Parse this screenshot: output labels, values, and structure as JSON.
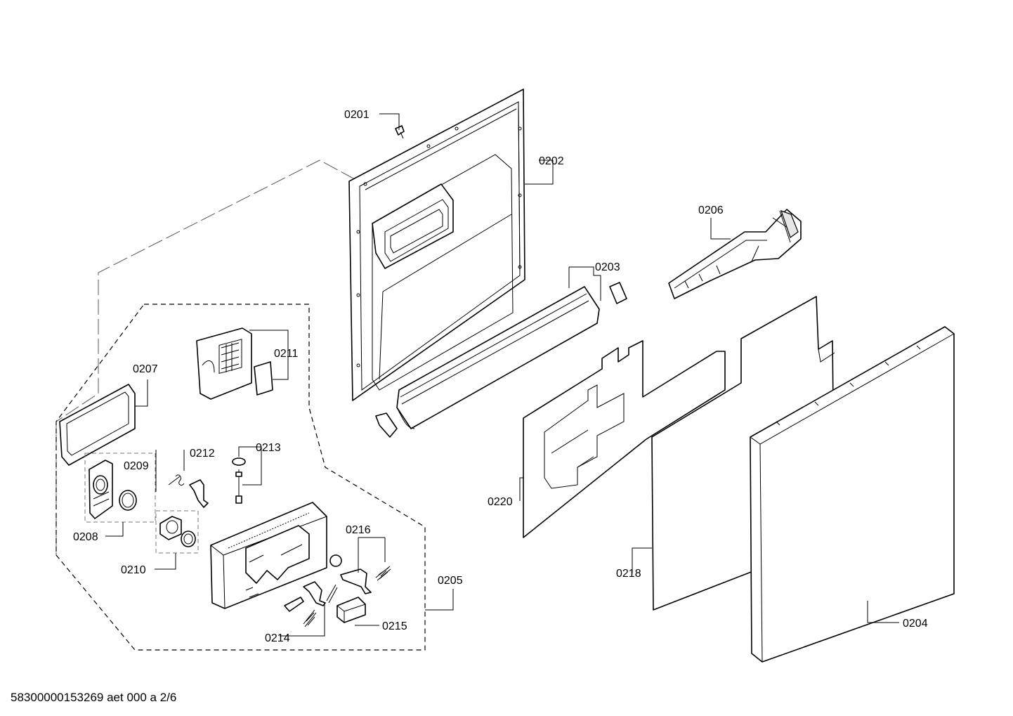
{
  "diagram": {
    "footer": "58300000153269 aet 000 a 2/6",
    "labels": {
      "p0201": "0201",
      "p0202": "0202",
      "p0203": "0203",
      "p0204": "0204",
      "p0205": "0205",
      "p0206": "0206",
      "p0207": "0207",
      "p0208": "0208",
      "p0209": "0209",
      "p0210": "0210",
      "p0211": "0211",
      "p0212": "0212",
      "p0213": "0213",
      "p0214": "0214",
      "p0215": "0215",
      "p0216": "0216",
      "p0218": "0218",
      "p0220": "0220"
    }
  }
}
